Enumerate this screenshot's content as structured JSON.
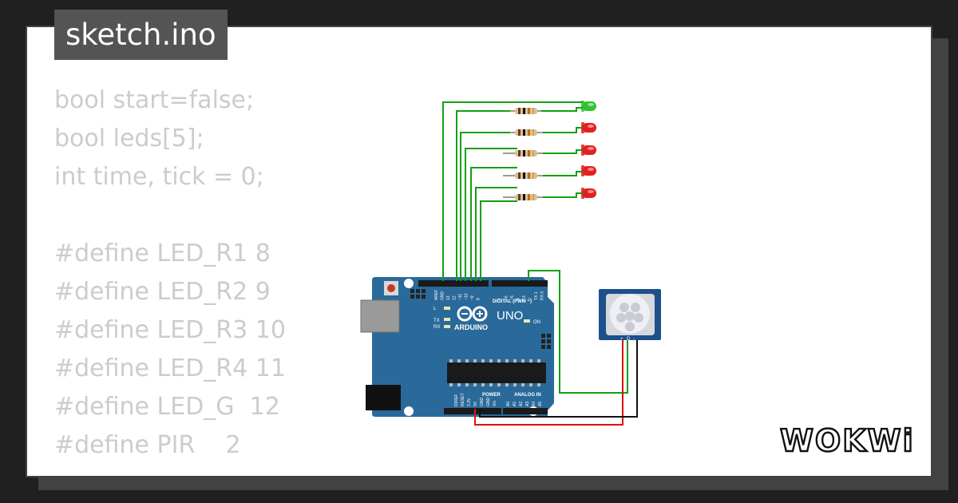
{
  "tab": {
    "title": "sketch.ino"
  },
  "code_lines": [
    "bool start=false;",
    "bool leds[5];",
    "int time, tick = 0;",
    "",
    "#define LED_R1 8",
    "#define LED_R2 9",
    "#define LED_R3 10",
    "#define LED_R4 11",
    "#define LED_G  12",
    "#define PIR    2"
  ],
  "board": {
    "brand_text": "ARDUINO",
    "model_text": "UNO",
    "digital_label": "DIGITAL (PWM ~)",
    "power_label": "POWER",
    "analog_label": "ANALOG IN",
    "on_label": "ON",
    "led_labels": [
      "L",
      "TX",
      "RX"
    ],
    "digital_pins": [
      "AREF",
      "GND",
      "13",
      "12",
      "~11",
      "~10",
      "~9",
      "8",
      "7",
      "~6",
      "~5",
      "4",
      "~3",
      "2",
      "TX 1",
      "RX 0"
    ],
    "power_pins": [
      "IOREF",
      "RESET",
      "3.3V",
      "5V",
      "GND",
      "GND",
      "Vin"
    ],
    "analog_pins": [
      "A0",
      "A1",
      "A2",
      "A3",
      "A4",
      "A5"
    ]
  },
  "leds": [
    "green",
    "red",
    "red",
    "red",
    "red"
  ],
  "pir_sensor": {
    "pin_labels": [
      "+",
      "D",
      "-"
    ]
  },
  "colors": {
    "wire_signal": "#14a014",
    "wire_power": "#e01010",
    "wire_ground": "#111111",
    "board_blue": "#2a6a9a",
    "led_green": "#2fc42f",
    "led_red": "#e32020"
  },
  "logo": {
    "text": "WOKWi"
  }
}
